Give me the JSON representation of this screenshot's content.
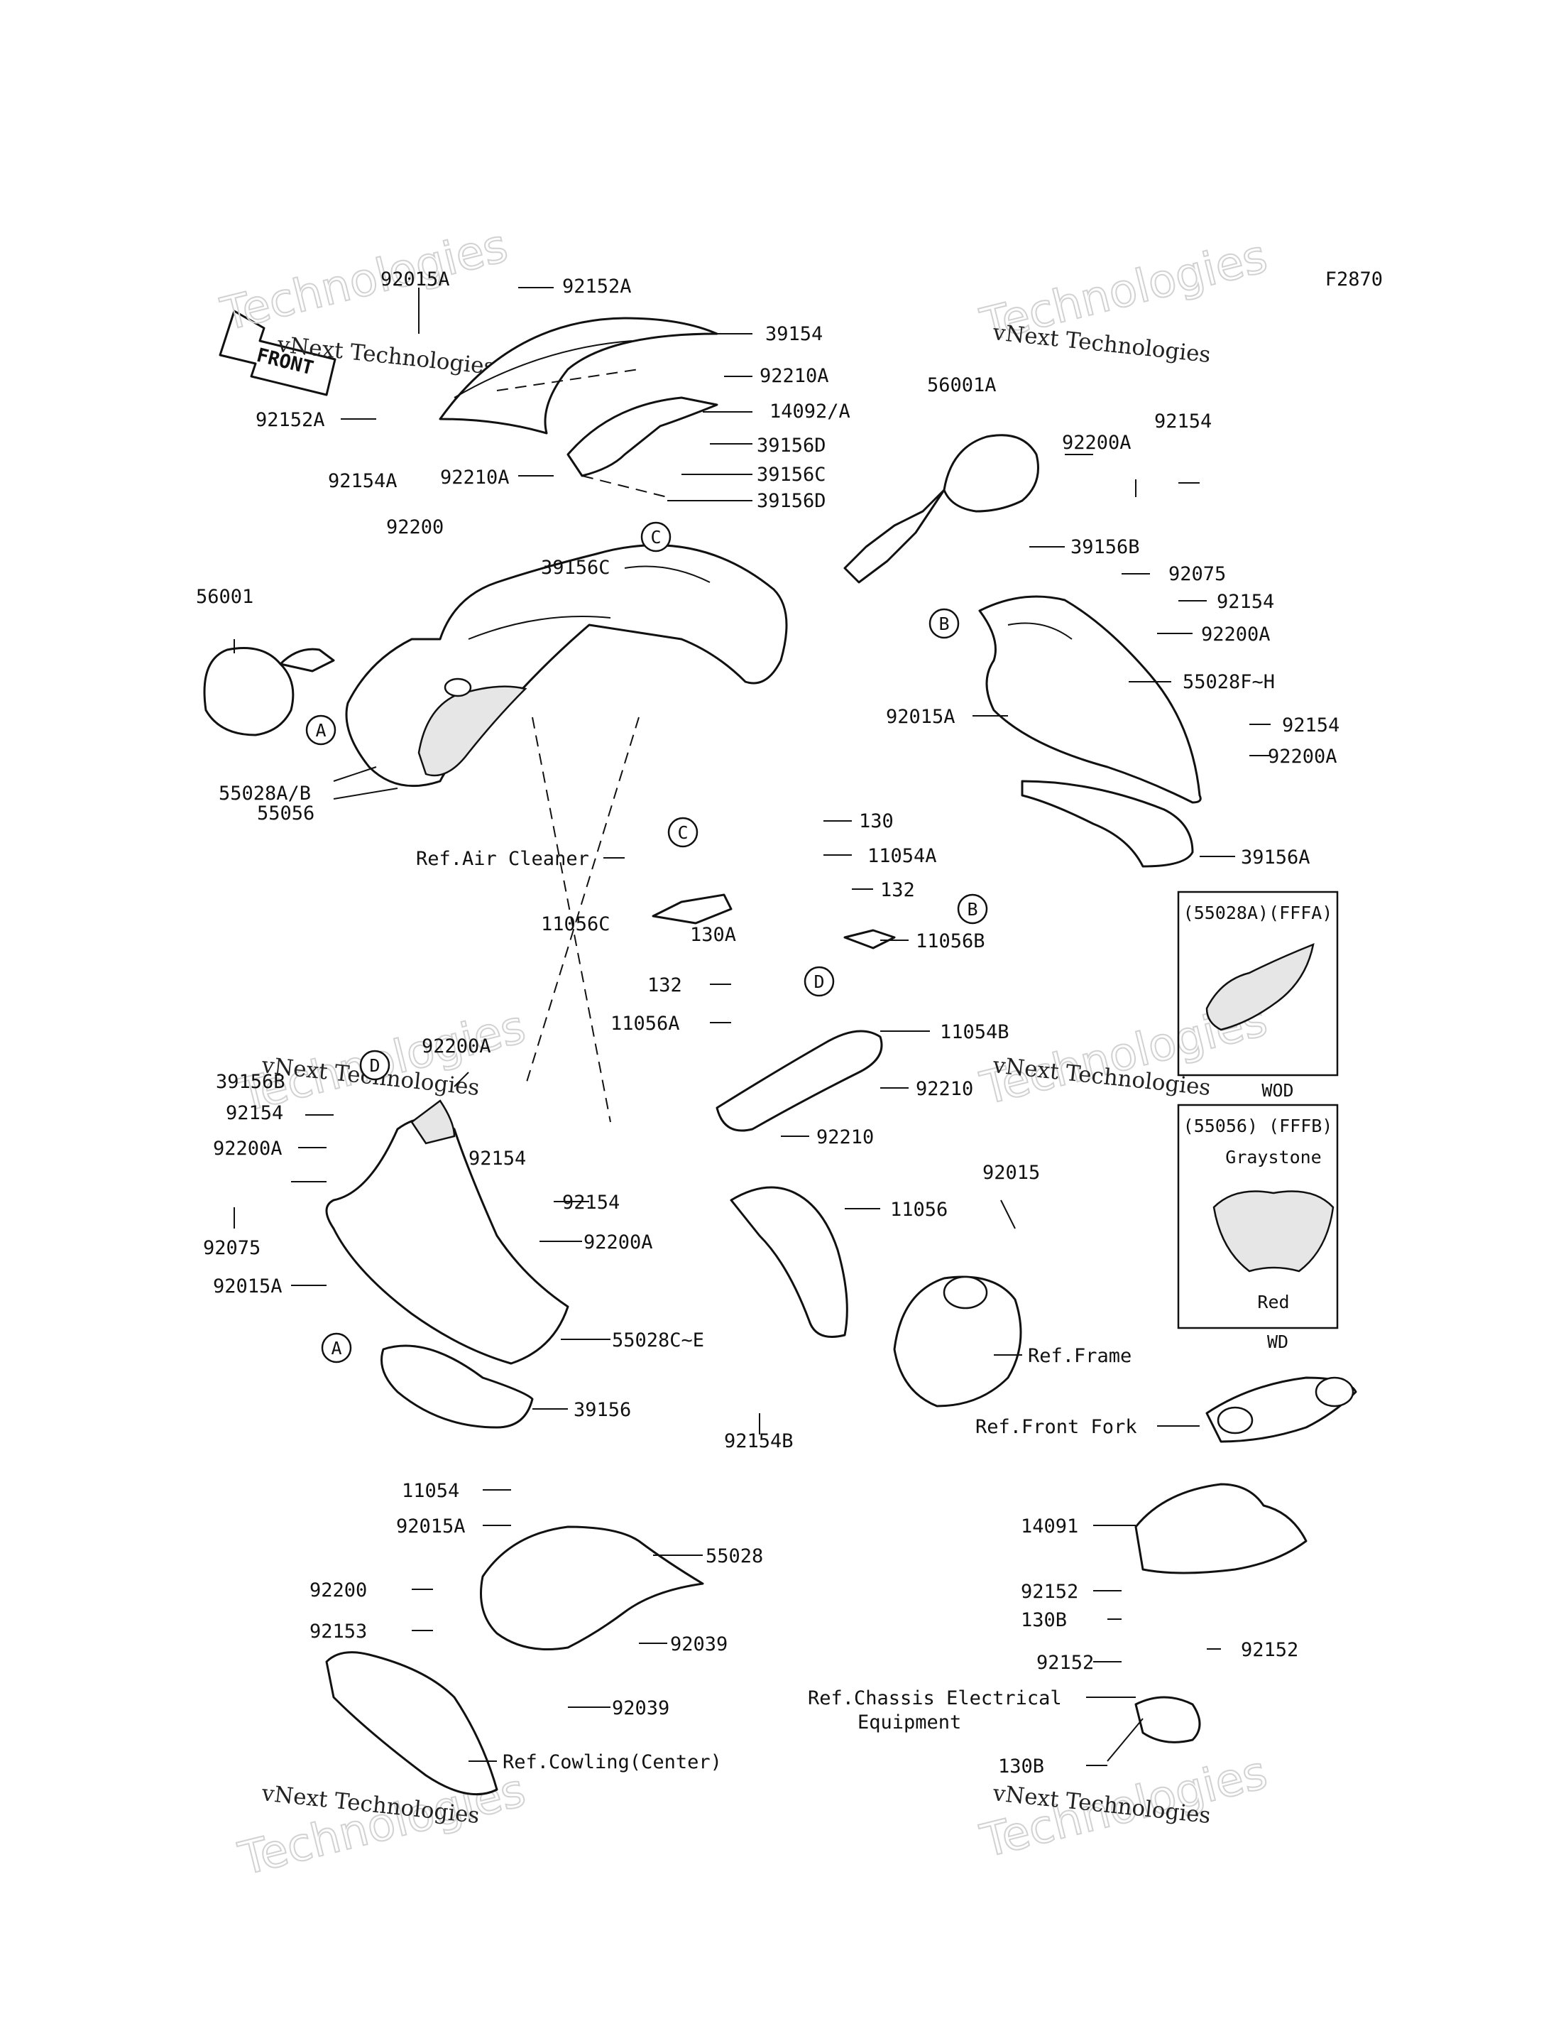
{
  "figure_code": "F2870",
  "front_arrow": "FRONT",
  "watermark": {
    "line1": "vNext Technologies",
    "line2": "Technologies"
  },
  "callouts": {
    "a": "A",
    "b": "B",
    "c": "C",
    "d": "D"
  },
  "labels": {
    "p92015A_1": "92015A",
    "p92152A_top": "92152A",
    "p39154": "39154",
    "p92210A_1": "92210A",
    "p14092A": "14092/A",
    "p92152A_left": "92152A",
    "p39156D_1": "39156D",
    "p39156C_1": "39156C",
    "p92210A_2": "92210A",
    "p39156D_2": "39156D",
    "p92154A": "92154A",
    "p92200_1": "92200",
    "p39156C_2": "39156C",
    "p56001": "56001",
    "p55028AB": "55028A/B",
    "p55056": "55056",
    "p56001A": "56001A",
    "p92200A_1": "92200A",
    "p92154_1": "92154",
    "p39156B_1": "39156B",
    "p92075_1": "92075",
    "p92154_2": "92154",
    "p92200A_2": "92200A",
    "p55028FH": "55028F~H",
    "p92015A_2": "92015A",
    "p92154_3": "92154",
    "p92200A_3": "92200A",
    "p39156A": "39156A",
    "p130_1": "130",
    "ref_air_cleaner": "Ref.Air Cleaner",
    "p11054A": "11054A",
    "p132_1": "132",
    "p11056C": "11056C",
    "p130A": "130A",
    "p11056B": "11056B",
    "p132_2": "132",
    "p11056A": "11056A",
    "p11054B": "11054B",
    "p92210_1": "92210",
    "p92210_2": "92210",
    "p11056": "11056",
    "p92015_1": "92015",
    "ref_frame": "Ref.Frame",
    "p92154B": "92154B",
    "p92200A_4": "92200A",
    "p39156B_2": "39156B",
    "p92154_4": "92154",
    "p92200A_5": "92200A",
    "p92154_5": "92154",
    "p92075_2": "92075",
    "p92154_6": "92154",
    "p92200A_6": "92200A",
    "p92015A_3": "92015A",
    "p55028CE": "55028C~E",
    "p39156": "39156",
    "p11054": "11054",
    "p92015A_4": "92015A",
    "p55028": "55028",
    "p92200_2": "92200",
    "p92153": "92153",
    "p92039_1": "92039",
    "p92039_2": "92039",
    "ref_cowling_center": "Ref.Cowling(Center)",
    "ref_front_fork": "Ref.Front Fork",
    "p14091": "14091",
    "p92152_1": "92152",
    "p130B_1": "130B",
    "p92152_2": "92152",
    "p92152_3": "92152",
    "ref_chassis_1": "Ref.Chassis Electrical",
    "ref_chassis_2": "Equipment",
    "p130B_2": "130B"
  },
  "inset_wod": {
    "header": "(55028A)(FFFA)",
    "footer": "WOD"
  },
  "inset_wd": {
    "header": "(55056) (FFFB)",
    "color_top": "Graystone",
    "color_bottom": "Red",
    "footer": "WD"
  }
}
